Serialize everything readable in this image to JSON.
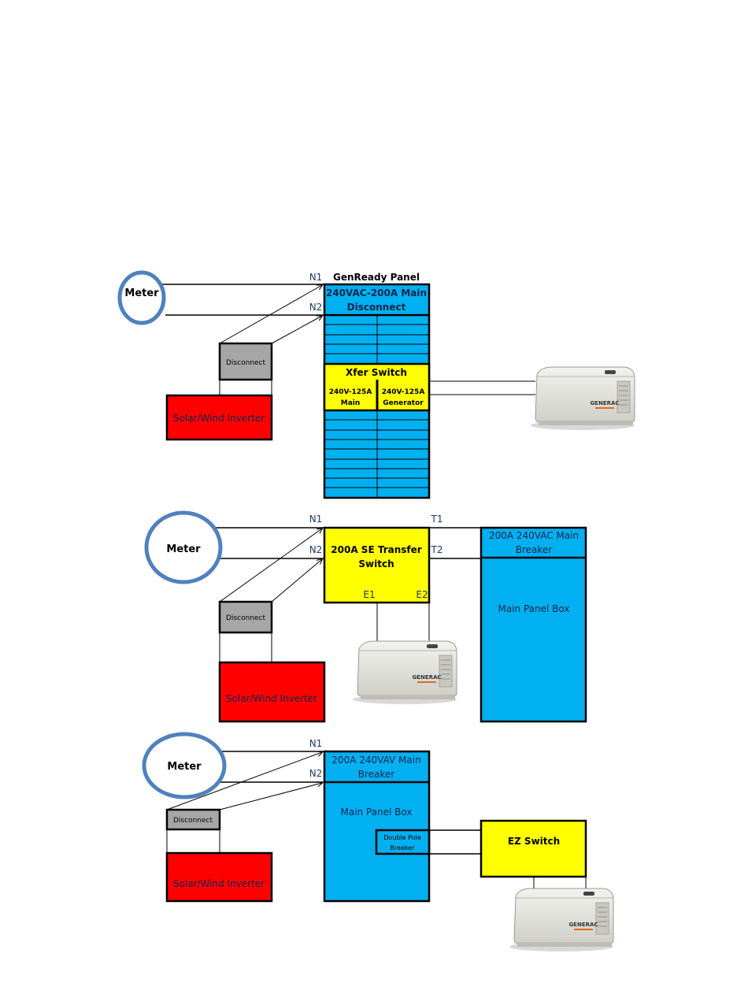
{
  "diagram1": {
    "meter": "Meter",
    "n1": "N1",
    "n2": "N2",
    "panel_title": "GenReady Panel",
    "main_disconnect": [
      "240VAC-200A Main",
      "Disconnect"
    ],
    "disconnect": "Disconnect",
    "inverter": "Solar/Wind Inverter",
    "xfer_title": "Xfer Switch",
    "xfer_main": [
      "240V-125A",
      "Main"
    ],
    "xfer_generator": [
      "240V-125A",
      "Generator"
    ]
  },
  "diagram2": {
    "meter": "Meter",
    "n1": "N1",
    "n2": "N2",
    "t1": "T1",
    "t2": "T2",
    "transfer_switch": [
      "200A SE Transfer",
      "Switch"
    ],
    "e1": "E1",
    "e2": "E2",
    "main_breaker": [
      "200A 240VAC Main",
      "Breaker"
    ],
    "main_panel": "Main Panel Box",
    "disconnect": "Disconnect",
    "inverter": "Solar/Wind Inverter"
  },
  "diagram3": {
    "meter": "Meter",
    "n1": "N1",
    "n2": "N2",
    "main_breaker": [
      "200A 240VAV Main",
      "Breaker"
    ],
    "main_panel": "Main Panel Box",
    "double_pole": [
      "Double Pole",
      "Breaker"
    ],
    "ez_switch": "EZ Switch",
    "disconnect": "Disconnect",
    "inverter": "Solar/Wind Inverter"
  },
  "generator_brand": "GENERAC",
  "colors": {
    "panel_blue": "#00b0f0",
    "switch_yellow": "#ffff00",
    "inverter_red": "#ff0000",
    "disconnect_gray": "#a6a6a6",
    "meter_ring": "#4f81bd"
  }
}
